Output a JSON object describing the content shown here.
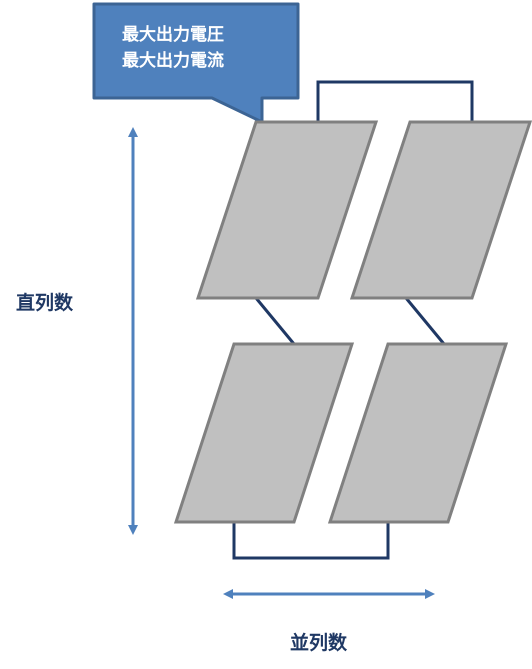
{
  "callout": {
    "line1": "最大出力電圧",
    "line2": "最大出力電流"
  },
  "labels": {
    "series_count": "直列数",
    "parallel_count": "並列数"
  },
  "colors": {
    "callout_fill": "#4f81bd",
    "callout_border": "#3c6494",
    "panel_fill": "#c0c0c0",
    "panel_border": "#808080",
    "wire": "#1f3864",
    "arrow": "#4f81bd",
    "label_text": "#1f3864"
  },
  "panels": [
    {
      "name": "top-left"
    },
    {
      "name": "top-right"
    },
    {
      "name": "bottom-left"
    },
    {
      "name": "bottom-right"
    }
  ]
}
